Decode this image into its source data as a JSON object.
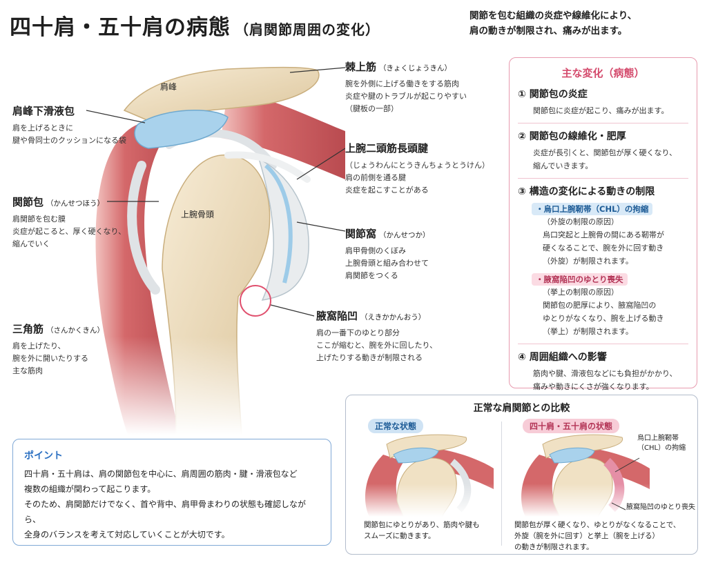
{
  "header": {
    "title": "四十肩・五十肩の病態",
    "subtitle": "（肩関節周囲の変化）",
    "intro_1": "関節を包む組織の炎症や線維化により、",
    "intro_2": "肩の動きが制限され、痛みが出ます。"
  },
  "anatomy": {
    "acromion": "肩峰",
    "humeral_head": "上腕骨頭",
    "bursa": {
      "name": "肩峰下滑液包",
      "desc_1": "肩を上げるときに",
      "desc_2": "腱や骨同士のクッションになる袋"
    },
    "capsule": {
      "name": "関節包",
      "reading": "（かんせつほう）",
      "desc_1": "肩関節を包む膜",
      "desc_2": "炎症が起こると、厚く硬くなり、",
      "desc_3": "縮んでいく"
    },
    "deltoid": {
      "name": "三角筋",
      "reading": "（さんかくきん）",
      "desc_1": "肩を上げたり、",
      "desc_2": "腕を外に開いたりする",
      "desc_3": "主な筋肉"
    },
    "supraspinatus": {
      "name": "棘上筋",
      "reading": "（きょくじょうきん）",
      "desc_1": "腕を外側に上げる働きをする筋肉",
      "desc_2": "炎症や腱のトラブルが起こりやすい",
      "desc_3": "（腱板の一部）"
    },
    "biceps": {
      "name": "上腕二頭筋長頭腱",
      "reading": "（じょうわんにとうきんちょうとうけん）",
      "desc_1": "肩の前側を通る腱",
      "desc_2": "炎症を起こすことがある"
    },
    "glenoid": {
      "name": "関節窩",
      "reading": "（かんせつか）",
      "desc_1": "肩甲骨側のくぼみ",
      "desc_2": "上腕骨頭と組み合わせて",
      "desc_3": "肩関節をつくる"
    },
    "axillary": {
      "name": "腋窩陥凹",
      "reading": "（えきかかんおう）",
      "desc_1": "肩の一番下のゆとり部分",
      "desc_2": "ここが縮むと、腕を外に回したり、",
      "desc_3": "上げたりする動きが制限される"
    }
  },
  "changes": {
    "title": "主な変化（病態）",
    "s1": {
      "title": "① 関節包の炎症",
      "desc": "関節包に炎症が起こり、痛みが出ます。"
    },
    "s2": {
      "title": "② 関節包の線維化・肥厚",
      "desc_1": "炎症が長引くと、関節包が厚く硬くなり、",
      "desc_2": "縮んでいきます。"
    },
    "s3": {
      "title": "③ 構造の変化による動きの制限",
      "tag1": "・烏口上腕靭帯（CHL）の拘縮",
      "tag1_note": "（外旋の制限の原因）",
      "tag1_d1": "烏口突起と上腕骨の間にある靭帯が",
      "tag1_d2": "硬くなることで、腕を外に回す動き",
      "tag1_d3": "（外旋）が制限されます。",
      "tag2": "・腋窩陥凹のゆとり喪失",
      "tag2_note": "（挙上の制限の原因）",
      "tag2_d1": "関節包の肥厚により、腋窩陥凹の",
      "tag2_d2": "ゆとりがなくなり、腕を上げる動き",
      "tag2_d3": "（挙上）が制限されます。"
    },
    "s4": {
      "title": "④ 周囲組織への影響",
      "desc_1": "筋肉や腱、滑液包などにも負担がかかり、",
      "desc_2": "痛みや動きにくさが強くなります。"
    }
  },
  "point": {
    "title": "ポイント",
    "line_1": "四十肩・五十肩は、肩の関節包を中心に、肩周囲の筋肉・腱・滑液包など",
    "line_2": "複数の組織が関わって起こります。",
    "line_3": "そのため、肩関節だけでなく、首や背中、肩甲骨まわりの状態も確認しながら、",
    "line_4": "全身のバランスを考えて対応していくことが大切です。"
  },
  "compare": {
    "title": "正常な肩関節との比較",
    "normal_tag": "正常な状態",
    "normal_cap_1": "関節包にゆとりがあり、筋肉や腱も",
    "normal_cap_2": "スムーズに動きます。",
    "frozen_tag": "四十肩・五十肩の状態",
    "chl_1": "烏口上腕靭帯",
    "chl_2": "（CHL）の拘縮",
    "axillary": "腋窩陥凹のゆとり喪失",
    "frozen_cap_1": "関節包が厚く硬くなり、ゆとりがなくなることで、",
    "frozen_cap_2": "外旋（腕を外に回す）と挙上（腕を上げる）",
    "frozen_cap_3": "の動きが制限されます。"
  },
  "colors": {
    "muscle": "#cf5a5e",
    "bone": "#f0e1c4",
    "bursa": "#a9d2ec",
    "capsule": "#dfe3e6",
    "accent_pink": "#d44a6c",
    "accent_blue": "#2d71c2"
  }
}
